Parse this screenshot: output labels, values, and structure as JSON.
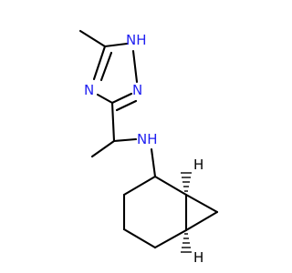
{
  "molecule": {
    "atoms": {
      "nh_triazole": "NH",
      "n_upper_right": "N",
      "n_left": "N",
      "nh_amine": "NH",
      "h_top_stereo": "H",
      "h_bottom_stereo": "H"
    },
    "colors": {
      "heteroatom": "#1f1ff0",
      "carbon_bond": "#000000"
    }
  }
}
